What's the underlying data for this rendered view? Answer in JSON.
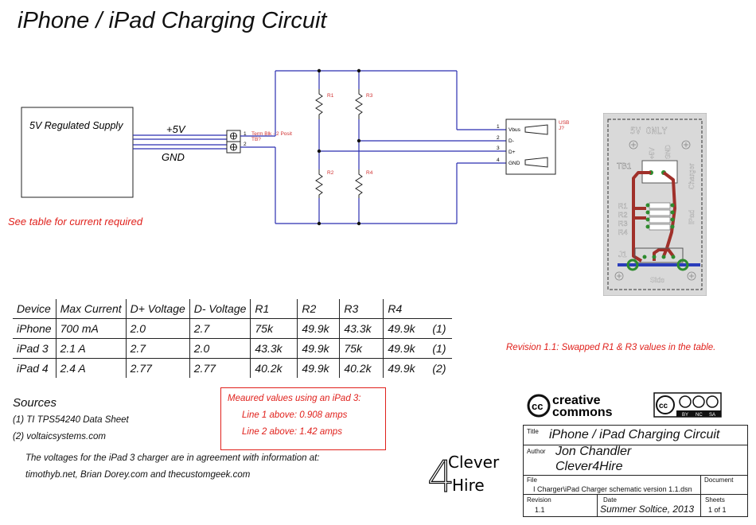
{
  "title": "iPhone / iPad Charging Circuit",
  "schematic": {
    "supply_label": "5V Regulated Supply",
    "plus_label": "+5V",
    "gnd_label": "GND",
    "supply_note": "See table for current required",
    "tb_pin1": "1",
    "tb_pin2": "2",
    "tb_name": "Term Blk - 2 Posit",
    "tb_ref": "TB?",
    "resistors": [
      "R1",
      "R2",
      "R3",
      "R4"
    ],
    "usb_name": "USB",
    "usb_ref": "J?",
    "usb_pins": [
      {
        "num": "1",
        "name": "Vbus"
      },
      {
        "num": "2",
        "name": "D-"
      },
      {
        "num": "3",
        "name": "D+"
      },
      {
        "num": "4",
        "name": "GND"
      }
    ],
    "colors": {
      "wire": "#2b2fb0",
      "part": "#a01a1a",
      "pin_text": "#d03030"
    }
  },
  "pcb": {
    "header": "5V ONLY",
    "tb_label": "TB1",
    "plus5": "+5V",
    "gnd": "GND",
    "charger": "Charger",
    "ipad": "iPad",
    "r_labels": [
      "R1",
      "R2",
      "R3",
      "R4"
    ],
    "j1": "J1",
    "side": "Side",
    "colors": {
      "board": "#d9d9d9",
      "trace": "#a0302a",
      "pad": "#2e8b2e",
      "bar": "#2a3dbb"
    }
  },
  "table": {
    "headers": [
      "Device",
      "Max Current",
      "D+ Voltage",
      "D- Voltage",
      "R1",
      "R2",
      "R3",
      "R4"
    ],
    "rows": [
      {
        "device": "iPhone",
        "current": "700 mA",
        "dplus": "2.0",
        "dminus": "2.7",
        "r1": "75k",
        "r2": "49.9k",
        "r3": "43.3k",
        "r4": "49.9k",
        "note": "(1)"
      },
      {
        "device": "iPad 3",
        "current": "2.1 A",
        "dplus": "2.7",
        "dminus": "2.0",
        "r1": "43.3k",
        "r2": "49.9k",
        "r3": "75k",
        "r4": "49.9k",
        "note": "(1)"
      },
      {
        "device": "iPad 4",
        "current": "2.4 A",
        "dplus": "2.77",
        "dminus": "2.77",
        "r1": "40.2k",
        "r2": "49.9k",
        "r3": "40.2k",
        "r4": "49.9k",
        "note": "(2)"
      }
    ]
  },
  "revision_note": "Revision 1.1:  Swapped R1 & R3 values in the table.",
  "sources": {
    "title": "Sources",
    "items": [
      "(1) TI TPS54240 Data Sheet",
      "(2) voltaicsystems.com"
    ],
    "agreement_line1": "The voltages for the iPad 3 charger are in agreement with information at:",
    "agreement_line2": "timothyb.net, Brian Dorey.com and thecustomgeek.com"
  },
  "measured": {
    "title": "Meaured values using an iPad 3:",
    "line1": "Line 1 above: 0.908 amps",
    "line2": "Line 2 above: 1.42 amps"
  },
  "logo": {
    "line1": "Clever",
    "line2": "Hire",
    "digit": "4"
  },
  "cc": {
    "word1": "creative",
    "word2": "commons",
    "by": "BY",
    "nc": "NC",
    "sa": "SA"
  },
  "title_block": {
    "title_label": "Title",
    "title": "iPhone / iPad Charging Circuit",
    "author_label": "Author",
    "author1": "Jon Chandler",
    "author2": "Clever4Hire",
    "file_label": "File",
    "file": "I Charger\\iPad Charger schematic version 1.1.dsn",
    "document_label": "Document",
    "revision_label": "Revision",
    "revision": "1.1",
    "date_label": "Date",
    "date": "Summer Soltice, 2013",
    "sheets_label": "Sheets",
    "sheets": "1 of 1"
  }
}
